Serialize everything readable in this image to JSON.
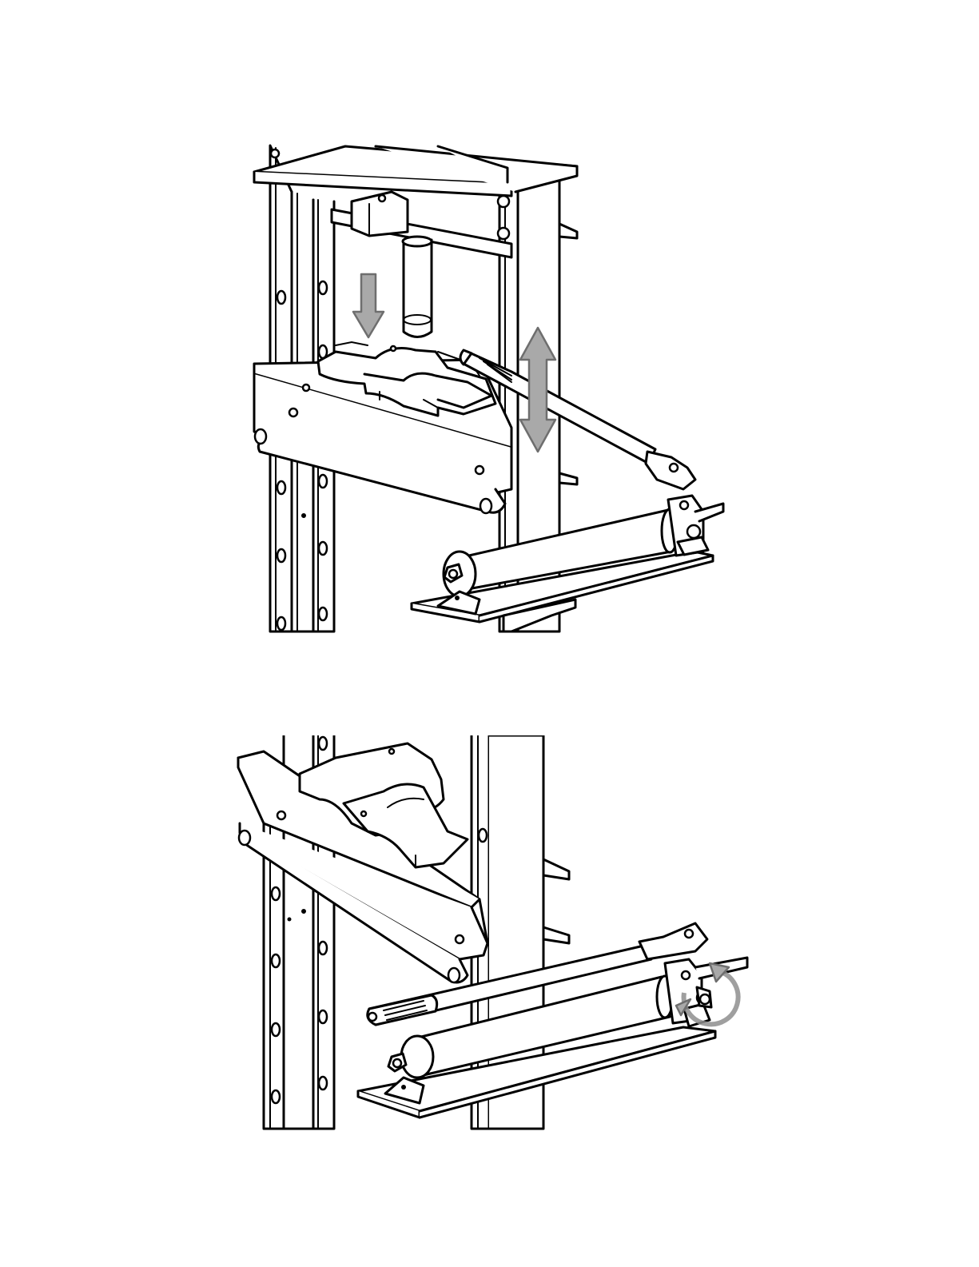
{
  "figures": [
    {
      "id": "figure-top",
      "arrows": [
        "down-arrow",
        "up-down-arrow"
      ],
      "icons": [
        "press-frame",
        "bolster-plate",
        "press-ram",
        "pump-handle",
        "hydraulic-pump"
      ]
    },
    {
      "id": "figure-bottom",
      "arrows": [
        "rotate-arrow"
      ],
      "icons": [
        "press-frame",
        "bolster-plate",
        "pump-handle",
        "hydraulic-pump",
        "release-valve-knob"
      ]
    }
  ],
  "colors": {
    "line": "#000000",
    "arrow_fill": "#a9a9a9",
    "arrow_stroke": "#6e6e6e",
    "background": "#ffffff"
  }
}
